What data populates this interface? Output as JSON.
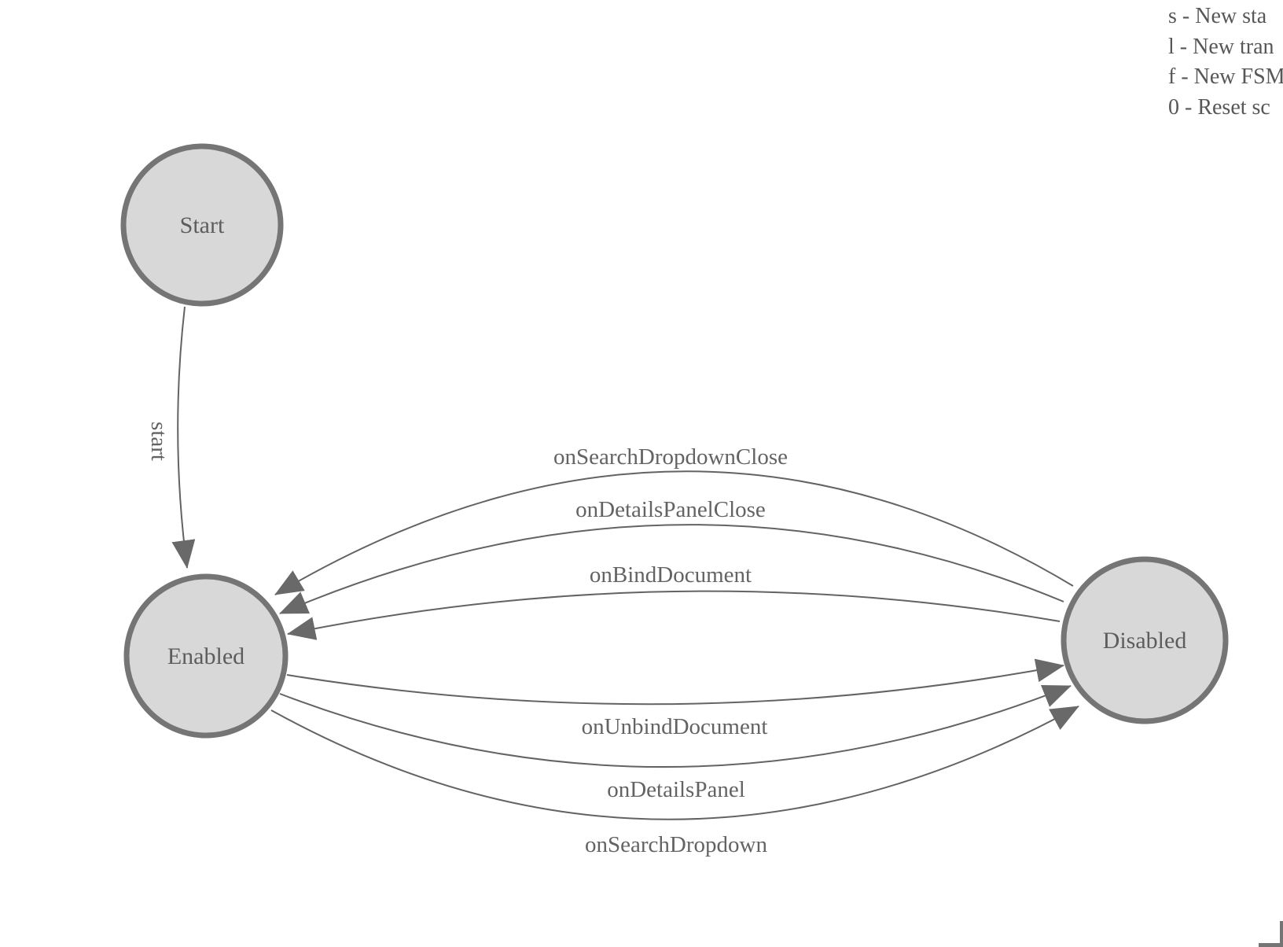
{
  "legend": {
    "lines": [
      "s - New sta",
      "l - New tran",
      "f - New FSM",
      "0 - Reset sc"
    ]
  },
  "fsm": {
    "states": [
      {
        "id": "start",
        "label": "Start"
      },
      {
        "id": "enabled",
        "label": "Enabled"
      },
      {
        "id": "disabled",
        "label": "Disabled"
      }
    ],
    "transitions": [
      {
        "label": "start",
        "from": "start",
        "to": "enabled"
      },
      {
        "label": "onSearchDropdownClose",
        "from": "disabled",
        "to": "enabled"
      },
      {
        "label": "onDetailsPanelClose",
        "from": "disabled",
        "to": "enabled"
      },
      {
        "label": "onBindDocument",
        "from": "disabled",
        "to": "enabled"
      },
      {
        "label": "onUnbindDocument",
        "from": "enabled",
        "to": "disabled"
      },
      {
        "label": "onDetailsPanel",
        "from": "enabled",
        "to": "disabled"
      },
      {
        "label": "onSearchDropdown",
        "from": "enabled",
        "to": "disabled"
      }
    ]
  },
  "colors": {
    "state_fill": "#d8d8d8",
    "state_stroke": "#757575",
    "edge_stroke": "#636363",
    "arrowhead": "#696969",
    "label_text": "#5d5d5d",
    "legend_text": "#575757",
    "background": "#ffffff"
  }
}
